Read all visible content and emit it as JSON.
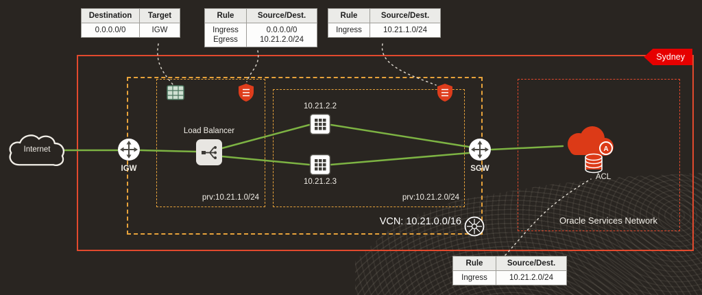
{
  "region": {
    "label": "Sydney"
  },
  "vcn": {
    "label": "VCN: 10.21.0.0/16"
  },
  "subnets": {
    "lb": {
      "label": "prv:10.21.1.0/24"
    },
    "app": {
      "label": "prv:10.21.2.0/24"
    }
  },
  "osn": {
    "label": "Oracle Services Network"
  },
  "nodes": {
    "internet": {
      "label": "Internet"
    },
    "igw": {
      "label": "IGW"
    },
    "lb": {
      "label": "Load Balancer"
    },
    "vm1": {
      "label": "10.21.2.2"
    },
    "vm2": {
      "label": "10.21.2.3"
    },
    "sgw": {
      "label": "SGW"
    },
    "acl": {
      "label": "ACL"
    }
  },
  "tables": {
    "route": {
      "headers": [
        "Destination",
        "Target"
      ],
      "rows": [
        [
          "0.0.0.0/0",
          "IGW"
        ]
      ]
    },
    "seclist_lb": {
      "headers": [
        "Rule",
        "Source/Dest."
      ],
      "rows": [
        [
          "Ingress",
          "0.0.0.0/0"
        ],
        [
          "Egress",
          "10.21.2.0/24"
        ]
      ]
    },
    "seclist_app": {
      "headers": [
        "Rule",
        "Source/Dest."
      ],
      "rows": [
        [
          "Ingress",
          "10.21.1.0/24"
        ]
      ]
    },
    "seclist_osn": {
      "headers": [
        "Rule",
        "Source/Dest."
      ],
      "rows": [
        [
          "Ingress",
          "10.21.2.0/24"
        ]
      ]
    }
  },
  "icons": {
    "route_table": "teal-grid-table",
    "security_list": "red-shield-list",
    "gateway": "white-circle-cross-arrows",
    "vcn": "white-circle-star",
    "oracle_services": "red-cloud-database"
  },
  "colors": {
    "background": "#292521",
    "region_border": "#e2492d",
    "vcn_border": "#e8a33b",
    "connection_green": "#7db343",
    "badge_red": "#e60000",
    "shield_red": "#de3d1c"
  }
}
